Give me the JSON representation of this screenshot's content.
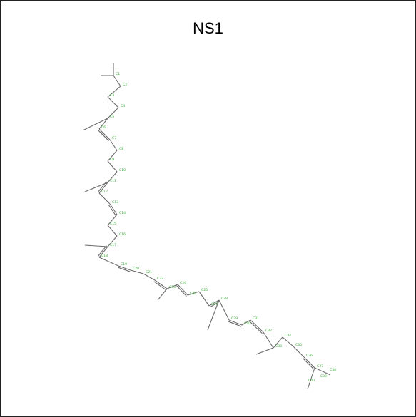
{
  "title": "NS1",
  "colors": {
    "bond": "#6b6b6b",
    "atom_label": "#3cae3c",
    "background": "#ffffff"
  },
  "atoms": [
    "C1",
    "C2",
    "C3",
    "C4",
    "C5",
    "C6",
    "C7",
    "C8",
    "C9",
    "C10",
    "C11",
    "C12",
    "C13",
    "C14",
    "C15",
    "C16",
    "C17",
    "C18",
    "C19",
    "C20",
    "C21",
    "C22",
    "C23",
    "C24",
    "C25",
    "C26",
    "C27",
    "C28",
    "C29",
    "C30",
    "C31",
    "C32",
    "C33",
    "C34",
    "C35",
    "C36",
    "C37",
    "C38",
    "C39",
    "C40"
  ]
}
